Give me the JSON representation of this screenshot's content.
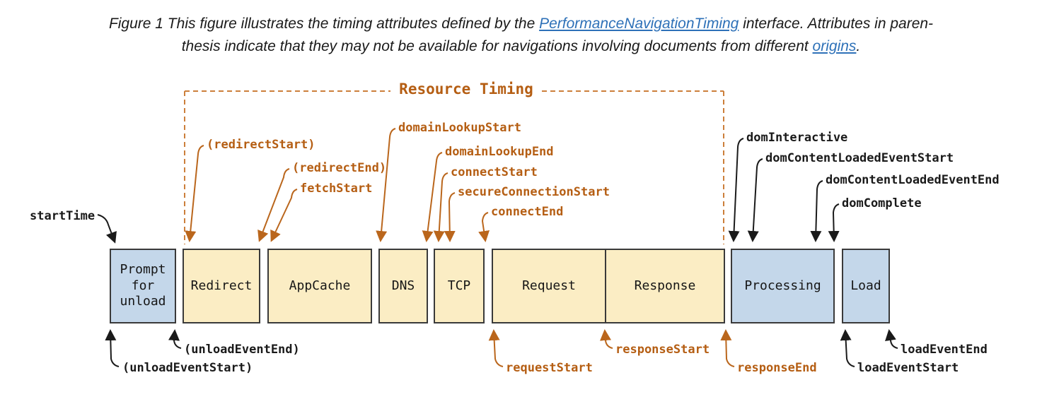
{
  "caption": {
    "line1_pre": "Figure 1 This figure illustrates the timing attributes defined by the ",
    "line1_link": "PerformanceNavigationTiming",
    "line1_post": " interface. Attributes in paren-",
    "line2_pre": "thesis indicate that they may not be available for navigations involving documents from different ",
    "line2_link": "origins",
    "line2_post": "."
  },
  "bracket": {
    "label": "Resource Timing"
  },
  "phases": {
    "prompt": "Prompt for unload",
    "redirect": "Redirect",
    "appcache": "AppCache",
    "dns": "DNS",
    "tcp": "TCP",
    "request": "Request",
    "response": "Response",
    "processing": "Processing",
    "load": "Load"
  },
  "events": {
    "startTime": "startTime",
    "redirectStart": "(redirectStart)",
    "redirectEnd": "(redirectEnd)",
    "fetchStart": "fetchStart",
    "domainLookupStart": "domainLookupStart",
    "domainLookupEnd": "domainLookupEnd",
    "connectStart": "connectStart",
    "secureConnectionStart": "secureConnectionStart",
    "connectEnd": "connectEnd",
    "domInteractive": "domInteractive",
    "domContentLoadedEventStart": "domContentLoadedEventStart",
    "domContentLoadedEventEnd": "domContentLoadedEventEnd",
    "domComplete": "domComplete",
    "unloadEventStart": "(unloadEventStart)",
    "unloadEventEnd": "(unloadEventEnd)",
    "requestStart": "requestStart",
    "responseStart": "responseStart",
    "responseEnd": "responseEnd",
    "loadEventStart": "loadEventStart",
    "loadEventEnd": "loadEventEnd"
  },
  "colors": {
    "orange_text": "#b55e13",
    "orange_line": "#ba661c",
    "bracket_dash": "#cc7f3b",
    "black": "#1a1a1a",
    "box_blue": "#c4d7ea",
    "box_yellow": "#fbedc4",
    "box_border": "#3a3a3a",
    "link_blue": "#2e71b8"
  }
}
